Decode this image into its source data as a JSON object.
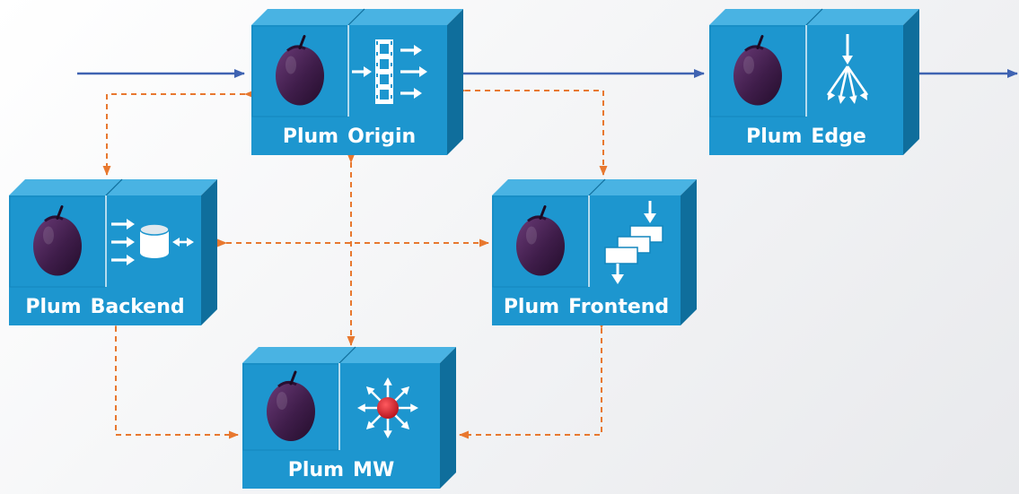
{
  "colors": {
    "box_front": "#1d96cf",
    "box_top": "#49b3e3",
    "box_side": "#0f6e9c",
    "box_border": "#1286bd",
    "flow_arrow": "#3f63b2",
    "dashed_arrow": "#e8782f",
    "plum": "#3f1d4a",
    "hub_dot": "#d7212c"
  },
  "nodes": {
    "origin": {
      "word1": "Plum",
      "word2": "Origin",
      "left_icon": "plum-icon",
      "right_icon": "film-stream-icon"
    },
    "edge": {
      "word1": "Plum",
      "word2": "Edge",
      "left_icon": "plum-icon",
      "right_icon": "fan-out-arrows-icon"
    },
    "backend": {
      "word1": "Plum",
      "word2": "Backend",
      "left_icon": "plum-icon",
      "right_icon": "database-icon"
    },
    "frontend": {
      "word1": "Plum",
      "word2": "Frontend",
      "left_icon": "plum-icon",
      "right_icon": "stacked-pages-icon"
    },
    "mw": {
      "word1": "Plum",
      "word2": "MW",
      "left_icon": "plum-icon",
      "right_icon": "hub-icon"
    }
  }
}
